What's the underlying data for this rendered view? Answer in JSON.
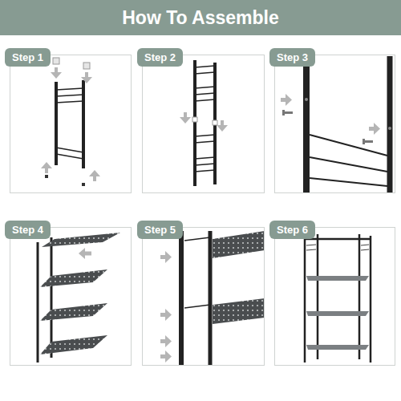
{
  "diagram": {
    "title": "How To Assemble",
    "nodes": [
      {
        "text": [
          "Step 1"
        ]
      },
      {
        "text": [
          "Step 2"
        ]
      },
      {
        "text": [
          "Step 3"
        ]
      },
      {
        "text": [
          "Step 4"
        ]
      },
      {
        "text": [
          "Step 5"
        ]
      },
      {
        "text": [
          "Step 6"
        ]
      }
    ]
  }
}
